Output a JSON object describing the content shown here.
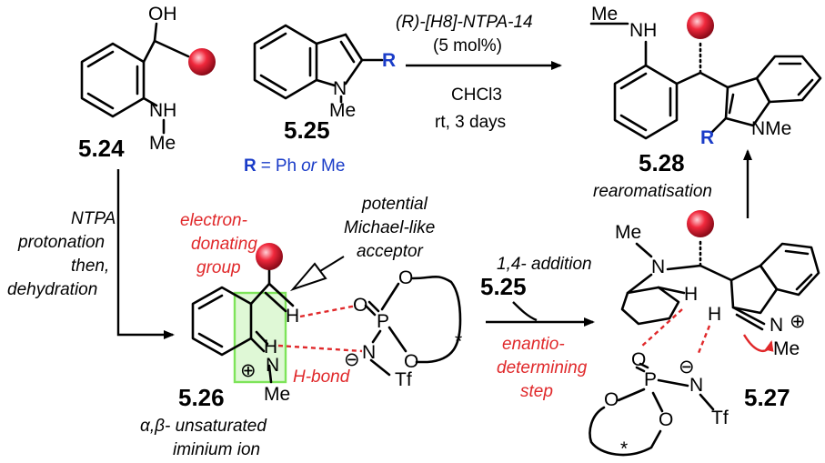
{
  "compounds": {
    "c524": "5.24",
    "c525": "5.25",
    "c526": "5.26",
    "c527": "5.27",
    "c528": "5.28"
  },
  "r_definition": {
    "r": "R",
    "equals": "=",
    "opt1": "Ph",
    "or": "or",
    "opt2": "Me"
  },
  "conditions": {
    "catalyst": "(R)-[H8]-NTPA-14",
    "loading": "(5 mol%)",
    "solvent": "CHCl3",
    "time": "rt, 3 days"
  },
  "step_labels": {
    "left_1": "NTPA",
    "left_2": "protonation",
    "left_3": "then,",
    "left_4": "dehydration",
    "rearomatisation": "rearomatisation",
    "addition": "1,4- addition",
    "addition_reagent": "5.25",
    "enantio_1": "enantio-",
    "enantio_2": "determining",
    "enantio_3": "step"
  },
  "annotations": {
    "edg_1": "electron-",
    "edg_2": "donating",
    "edg_3": "group",
    "michael_1": "potential",
    "michael_2": "Michael-like",
    "michael_3": "acceptor",
    "hbond": "H-bond",
    "iminium_1": "α,β- unsaturated",
    "iminium_2": "iminium ion"
  },
  "atoms": {
    "OH": "OH",
    "NH": "NH",
    "Me": "Me",
    "N": "N",
    "R": "R",
    "H": "H",
    "O": "O",
    "P": "P",
    "Tf": "Tf",
    "NMe": "NMe",
    "star": "*",
    "minus": "⊖",
    "plus": "⊕"
  },
  "colors": {
    "substituent_ball": "#f0283c",
    "annotation_red": "#e0282a",
    "r_blue": "#1a3cc8",
    "highlight_green": "#7ee45a"
  }
}
